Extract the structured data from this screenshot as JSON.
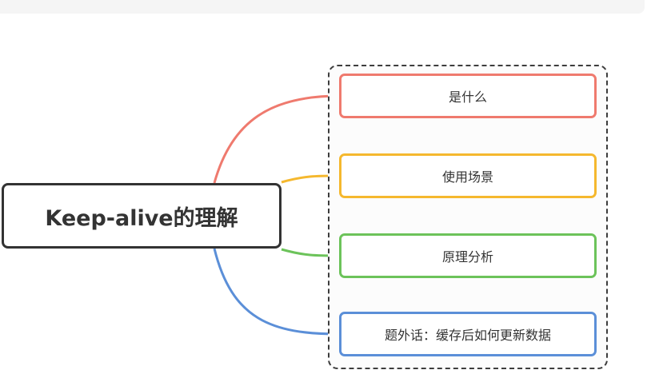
{
  "diagram": {
    "root": {
      "label": "Keep-alive的理解"
    },
    "children": [
      {
        "label": "是什么",
        "color": "#ef7a6e"
      },
      {
        "label": "使用场景",
        "color": "#f5b82e"
      },
      {
        "label": "原理分析",
        "color": "#6cc35a"
      },
      {
        "label": "题外话：缓存后如何更新数据",
        "color": "#5b8fd8"
      }
    ],
    "root_border_color": "#333333",
    "frame_border_color": "#3d3d3d"
  }
}
